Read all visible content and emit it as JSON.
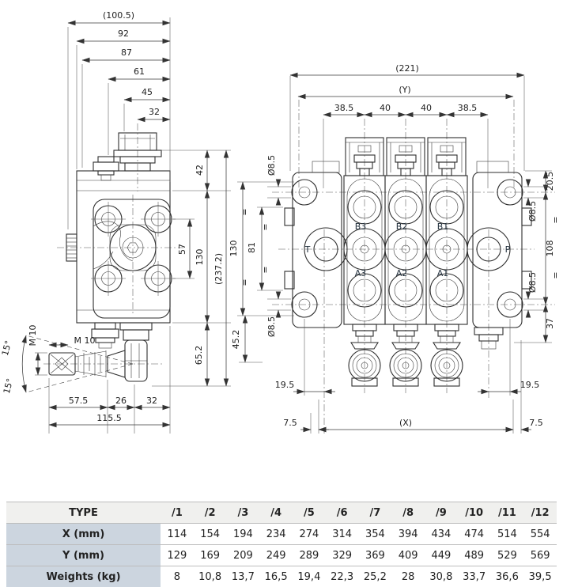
{
  "drawing": {
    "left": {
      "dim_overall_width": "(100.5)",
      "dim_92": "92",
      "dim_87": "87",
      "dim_61": "61",
      "dim_45": "45",
      "dim_32_top": "32",
      "dim_42": "42",
      "dim_57": "57",
      "dim_130": "130",
      "dim_overall_height": "(237.2)",
      "dim_65_2": "65.2",
      "thread_vertical": "M 10",
      "thread_horizontal": "M 10",
      "angle_up": "15°",
      "angle_down": "15°",
      "dim_57_5": "57.5",
      "dim_26": "26",
      "dim_32_bottom": "32",
      "dim_115_5": "115.5"
    },
    "right": {
      "dim_overall": "(221)",
      "dim_y": "(Y)",
      "sec_dims": [
        "38.5",
        "40",
        "40",
        "38.5"
      ],
      "dim_20_5": "20.5",
      "hole_dia": "Ø8.5",
      "dim_108": "108",
      "dim_37": "37",
      "dim_130": "130",
      "dim_81": "81",
      "dim_45_2": "45.2",
      "dim_19_5": "19.5",
      "dim_7_5": "7.5",
      "dim_x": "(X)",
      "equal": "=",
      "ports": {
        "t": "T",
        "p": "P",
        "b3": "B3",
        "b2": "B2",
        "b1": "B1",
        "a3": "A3",
        "a2": "A2",
        "a1": "A1"
      }
    }
  },
  "table": {
    "headers": [
      "TYPE",
      "/1",
      "/2",
      "/3",
      "/4",
      "/5",
      "/6",
      "/7",
      "/8",
      "/9",
      "/10",
      "/11",
      "/12"
    ],
    "rows": [
      {
        "label": "X (mm)",
        "values": [
          "114",
          "154",
          "194",
          "234",
          "274",
          "314",
          "354",
          "394",
          "434",
          "474",
          "514",
          "554"
        ]
      },
      {
        "label": "Y (mm)",
        "values": [
          "129",
          "169",
          "209",
          "249",
          "289",
          "329",
          "369",
          "409",
          "449",
          "489",
          "529",
          "569"
        ]
      },
      {
        "label": "Weights (kg)",
        "values": [
          "8",
          "10,8",
          "13,7",
          "16,5",
          "19,4",
          "22,3",
          "25,2",
          "28",
          "30,8",
          "33,7",
          "36,6",
          "39,5"
        ]
      }
    ]
  }
}
